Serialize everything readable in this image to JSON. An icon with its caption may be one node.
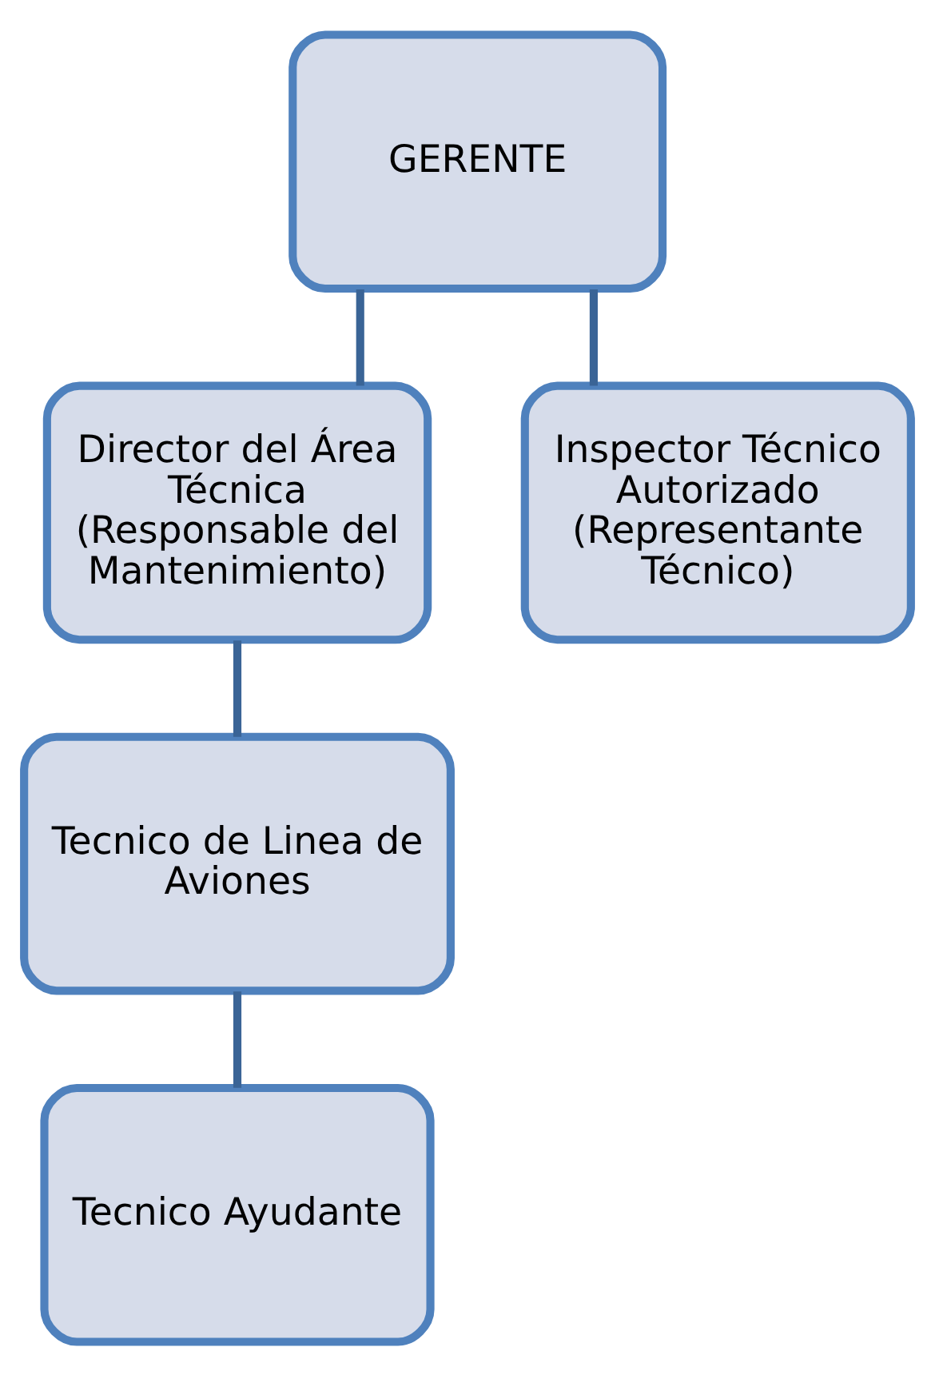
{
  "diagram": {
    "nodes": [
      {
        "text": [
          "GERENTE"
        ]
      },
      {
        "text": [
          "Director del Área Técnica",
          "(Responsable del Mantenimiento)"
        ]
      },
      {
        "text": [
          "Inspector Técnico Autorizado",
          "(Representante Técnico)"
        ]
      },
      {
        "text": [
          "Tecnico de Linea de Aviones"
        ]
      },
      {
        "text": [
          "Tecnico Ayudante"
        ]
      }
    ],
    "edges": [
      {
        "from": 0,
        "to": 1,
        "arrow": "none"
      },
      {
        "from": 0,
        "to": 2,
        "arrow": "none"
      },
      {
        "from": 1,
        "to": 3,
        "arrow": "none"
      },
      {
        "from": 3,
        "to": 4,
        "arrow": "none"
      }
    ]
  }
}
